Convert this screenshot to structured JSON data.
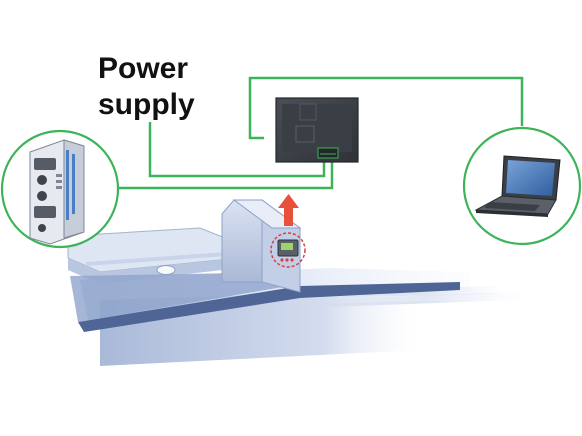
{
  "diagram": {
    "title_lines": [
      "Power",
      "supply"
    ],
    "components": {
      "plc_module": "plc-module",
      "monitor_panel": "monitor-panel",
      "laptop": "laptop-computer",
      "machine": "industrial-machine",
      "sensor_display": "sensor-display"
    },
    "colors": {
      "connector": "#3db35a",
      "circle_outline": "#3db35a",
      "arrow": "#e8503a",
      "highlight_ring": "#d94040",
      "panel": "#3c3f45",
      "machine_body": "#b9c7e0",
      "machine_shadow": "#7d93bd",
      "text": "#111111"
    }
  }
}
